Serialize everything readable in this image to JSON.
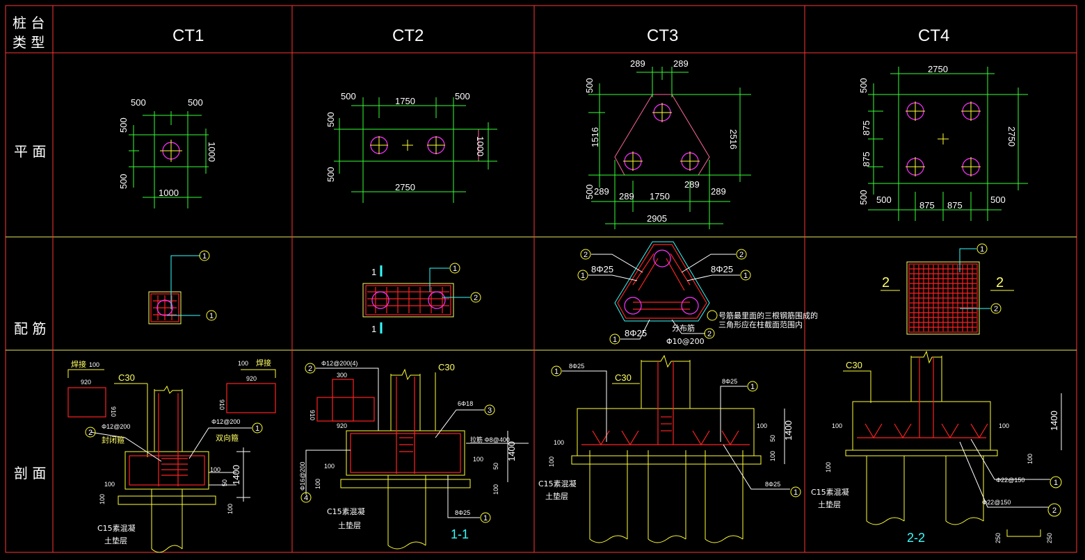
{
  "header": {
    "corner": [
      "桩 台",
      "类 型"
    ],
    "columns": [
      "CT1",
      "CT2",
      "CT3",
      "CT4"
    ]
  },
  "rows": {
    "plan": "平 面",
    "reinforcement": "配 筋",
    "section": "剖 面"
  },
  "ct1_plan": {
    "d500a": "500",
    "d500b": "500",
    "d500c": "500",
    "d500d": "500",
    "d1000h": "1000",
    "d1000v": "1000"
  },
  "ct2_plan": {
    "d500a": "500",
    "d1750": "1750",
    "d500b": "500",
    "d500c": "500",
    "d500d": "500",
    "d1000v": "1000",
    "d2750": "2750"
  },
  "ct3_plan": {
    "d289a": "289",
    "d289b": "289",
    "d500a": "500",
    "d1516": "1516",
    "d2516": "2516",
    "d500b": "500",
    "d289c": "289",
    "d289d": "289",
    "d1750": "1750",
    "d289e": "289",
    "d289f": "289",
    "d2905": "2905"
  },
  "ct4_plan": {
    "d2750h": "2750",
    "d500a": "500",
    "d875a": "875",
    "d875b": "875",
    "d500b": "500",
    "d2750v": "2750",
    "d500c": "500",
    "d875c": "875",
    "d875d": "875",
    "d500d": "500"
  },
  "reinf": {
    "ct1": {
      "b1": "1",
      "b2": "1"
    },
    "ct2": {
      "sec1a": "1",
      "sec1b": "1",
      "b1": "1",
      "b2": "2"
    },
    "ct3": {
      "b2a": "2",
      "b2b": "2",
      "b1a": "1",
      "b1b": "1",
      "b1c": "1",
      "b2c": "2",
      "bar8a": "8Φ25",
      "bar8b": "8Φ25",
      "bar8c": "8Φ25",
      "note1": "号筋最里面的三根钢筋围成的",
      "note2": "三角形应在柱截面范围内",
      "dist": "分布筋",
      "dist_val": "Φ10@200"
    },
    "ct4": {
      "b1": "1",
      "b2": "2",
      "sec2a": "2",
      "sec2b": "2"
    }
  },
  "sec": {
    "ct1": {
      "weld_l": "焊接",
      "weld_r": "焊接",
      "w100a": "100",
      "w100b": "100",
      "w920a": "920",
      "w920b": "920",
      "w910a": "910",
      "w910b": "910",
      "c30": "C30",
      "b2": "2",
      "b1": "1",
      "bar_l": "Φ12@200",
      "bar_r": "Φ12@200",
      "closed": "封闭箍",
      "twoway": "双向箍",
      "d100a": "100",
      "d100b": "100",
      "d100c": "100",
      "d50": "50",
      "d1400": "1400",
      "d100d": "100",
      "c15": "C15素混凝",
      "cushion": "土垫层"
    },
    "ct2": {
      "b2": "2",
      "bar_top": "Φ12@200(4)",
      "d300": "300",
      "c30": "C30",
      "d910": "910",
      "d920": "920",
      "bar6": "6Φ18",
      "b3": "3",
      "tie": "拉筋 Φ8@400",
      "bar16": "Φ16@200",
      "d100a": "100",
      "d100b": "100",
      "d100c": "100",
      "d50": "50",
      "d1400": "1400",
      "d100d": "100",
      "b4": "4",
      "c15": "C15素混凝",
      "cushion": "土垫层",
      "bar8": "8Φ25",
      "b1": "1",
      "title": "1-1"
    },
    "ct3": {
      "b1a": "1",
      "bar8a": "8Φ25",
      "c30": "C30",
      "bar8b": "8Φ25",
      "b1b": "1",
      "d100a": "100",
      "d100b": "100",
      "d50": "50",
      "d1400": "1400",
      "d100c": "100",
      "d100d": "100",
      "bar8c": "8Φ25",
      "b1c": "1",
      "c15": "C15素混凝",
      "cushion": "土垫层"
    },
    "ct4": {
      "c30": "C30",
      "d100a": "100",
      "d100b": "100",
      "d1400": "1400",
      "d100c": "100",
      "d100d": "100",
      "bar22a": "Φ22@150",
      "b1": "1",
      "bar22b": "Φ22@150",
      "b2": "2",
      "c15": "C15素混凝",
      "cushion": "土垫层",
      "title": "2-2",
      "d250a": "250",
      "d250b": "250"
    }
  }
}
